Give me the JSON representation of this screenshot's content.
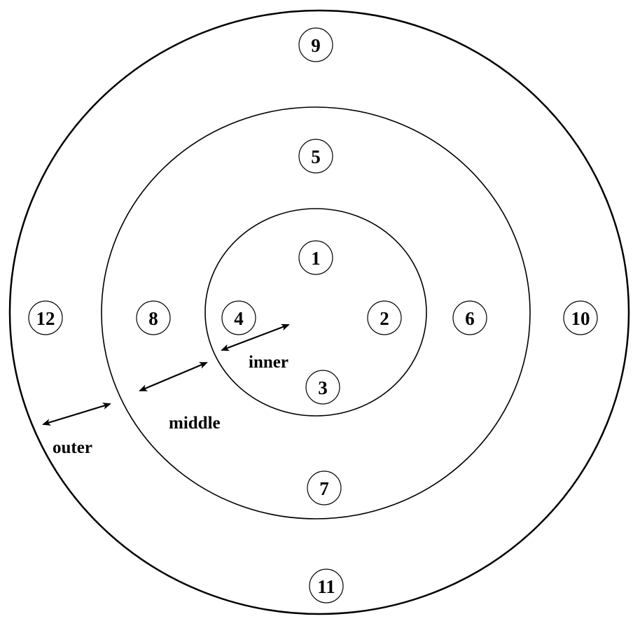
{
  "diagram": {
    "rings": [
      {
        "name": "outer"
      },
      {
        "name": "middle"
      },
      {
        "name": "inner"
      }
    ],
    "nodes": [
      {
        "id": "node-1",
        "label": "1"
      },
      {
        "id": "node-2",
        "label": "2"
      },
      {
        "id": "node-3",
        "label": "3"
      },
      {
        "id": "node-4",
        "label": "4"
      },
      {
        "id": "node-5",
        "label": "5"
      },
      {
        "id": "node-6",
        "label": "6"
      },
      {
        "id": "node-7",
        "label": "7"
      },
      {
        "id": "node-8",
        "label": "8"
      },
      {
        "id": "node-9",
        "label": "9"
      },
      {
        "id": "node-10",
        "label": "10"
      },
      {
        "id": "node-11",
        "label": "11"
      },
      {
        "id": "node-12",
        "label": "12"
      }
    ],
    "zone_labels": {
      "inner": "inner",
      "middle": "middle",
      "outer": "outer"
    }
  }
}
